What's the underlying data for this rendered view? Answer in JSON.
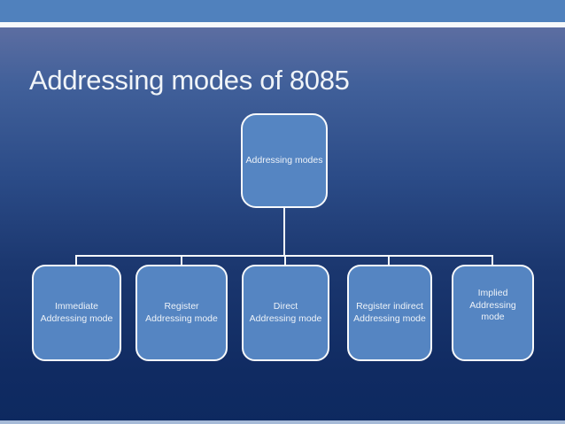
{
  "slide": {
    "title": "Addressing modes of 8085",
    "diagram": {
      "root": {
        "label": "Addressing modes"
      },
      "children": [
        {
          "label": "Immediate\nAddressing mode"
        },
        {
          "label": "Register\nAddressing mode"
        },
        {
          "label": "Direct\nAddressing mode"
        },
        {
          "label": "Register indirect\nAddressing mode"
        },
        {
          "label": "Implied\nAddressing\nmode"
        }
      ]
    },
    "colors": {
      "top_bar": "#5081bd",
      "background_top": "#5f6fa2",
      "background_bottom": "#0d2960",
      "node_fill": "#5585c2",
      "node_border": "#f8fafc",
      "connector": "#f5f8fb",
      "bottom_bar": "#a6bad7",
      "title_text": "#f0f4f8"
    }
  }
}
